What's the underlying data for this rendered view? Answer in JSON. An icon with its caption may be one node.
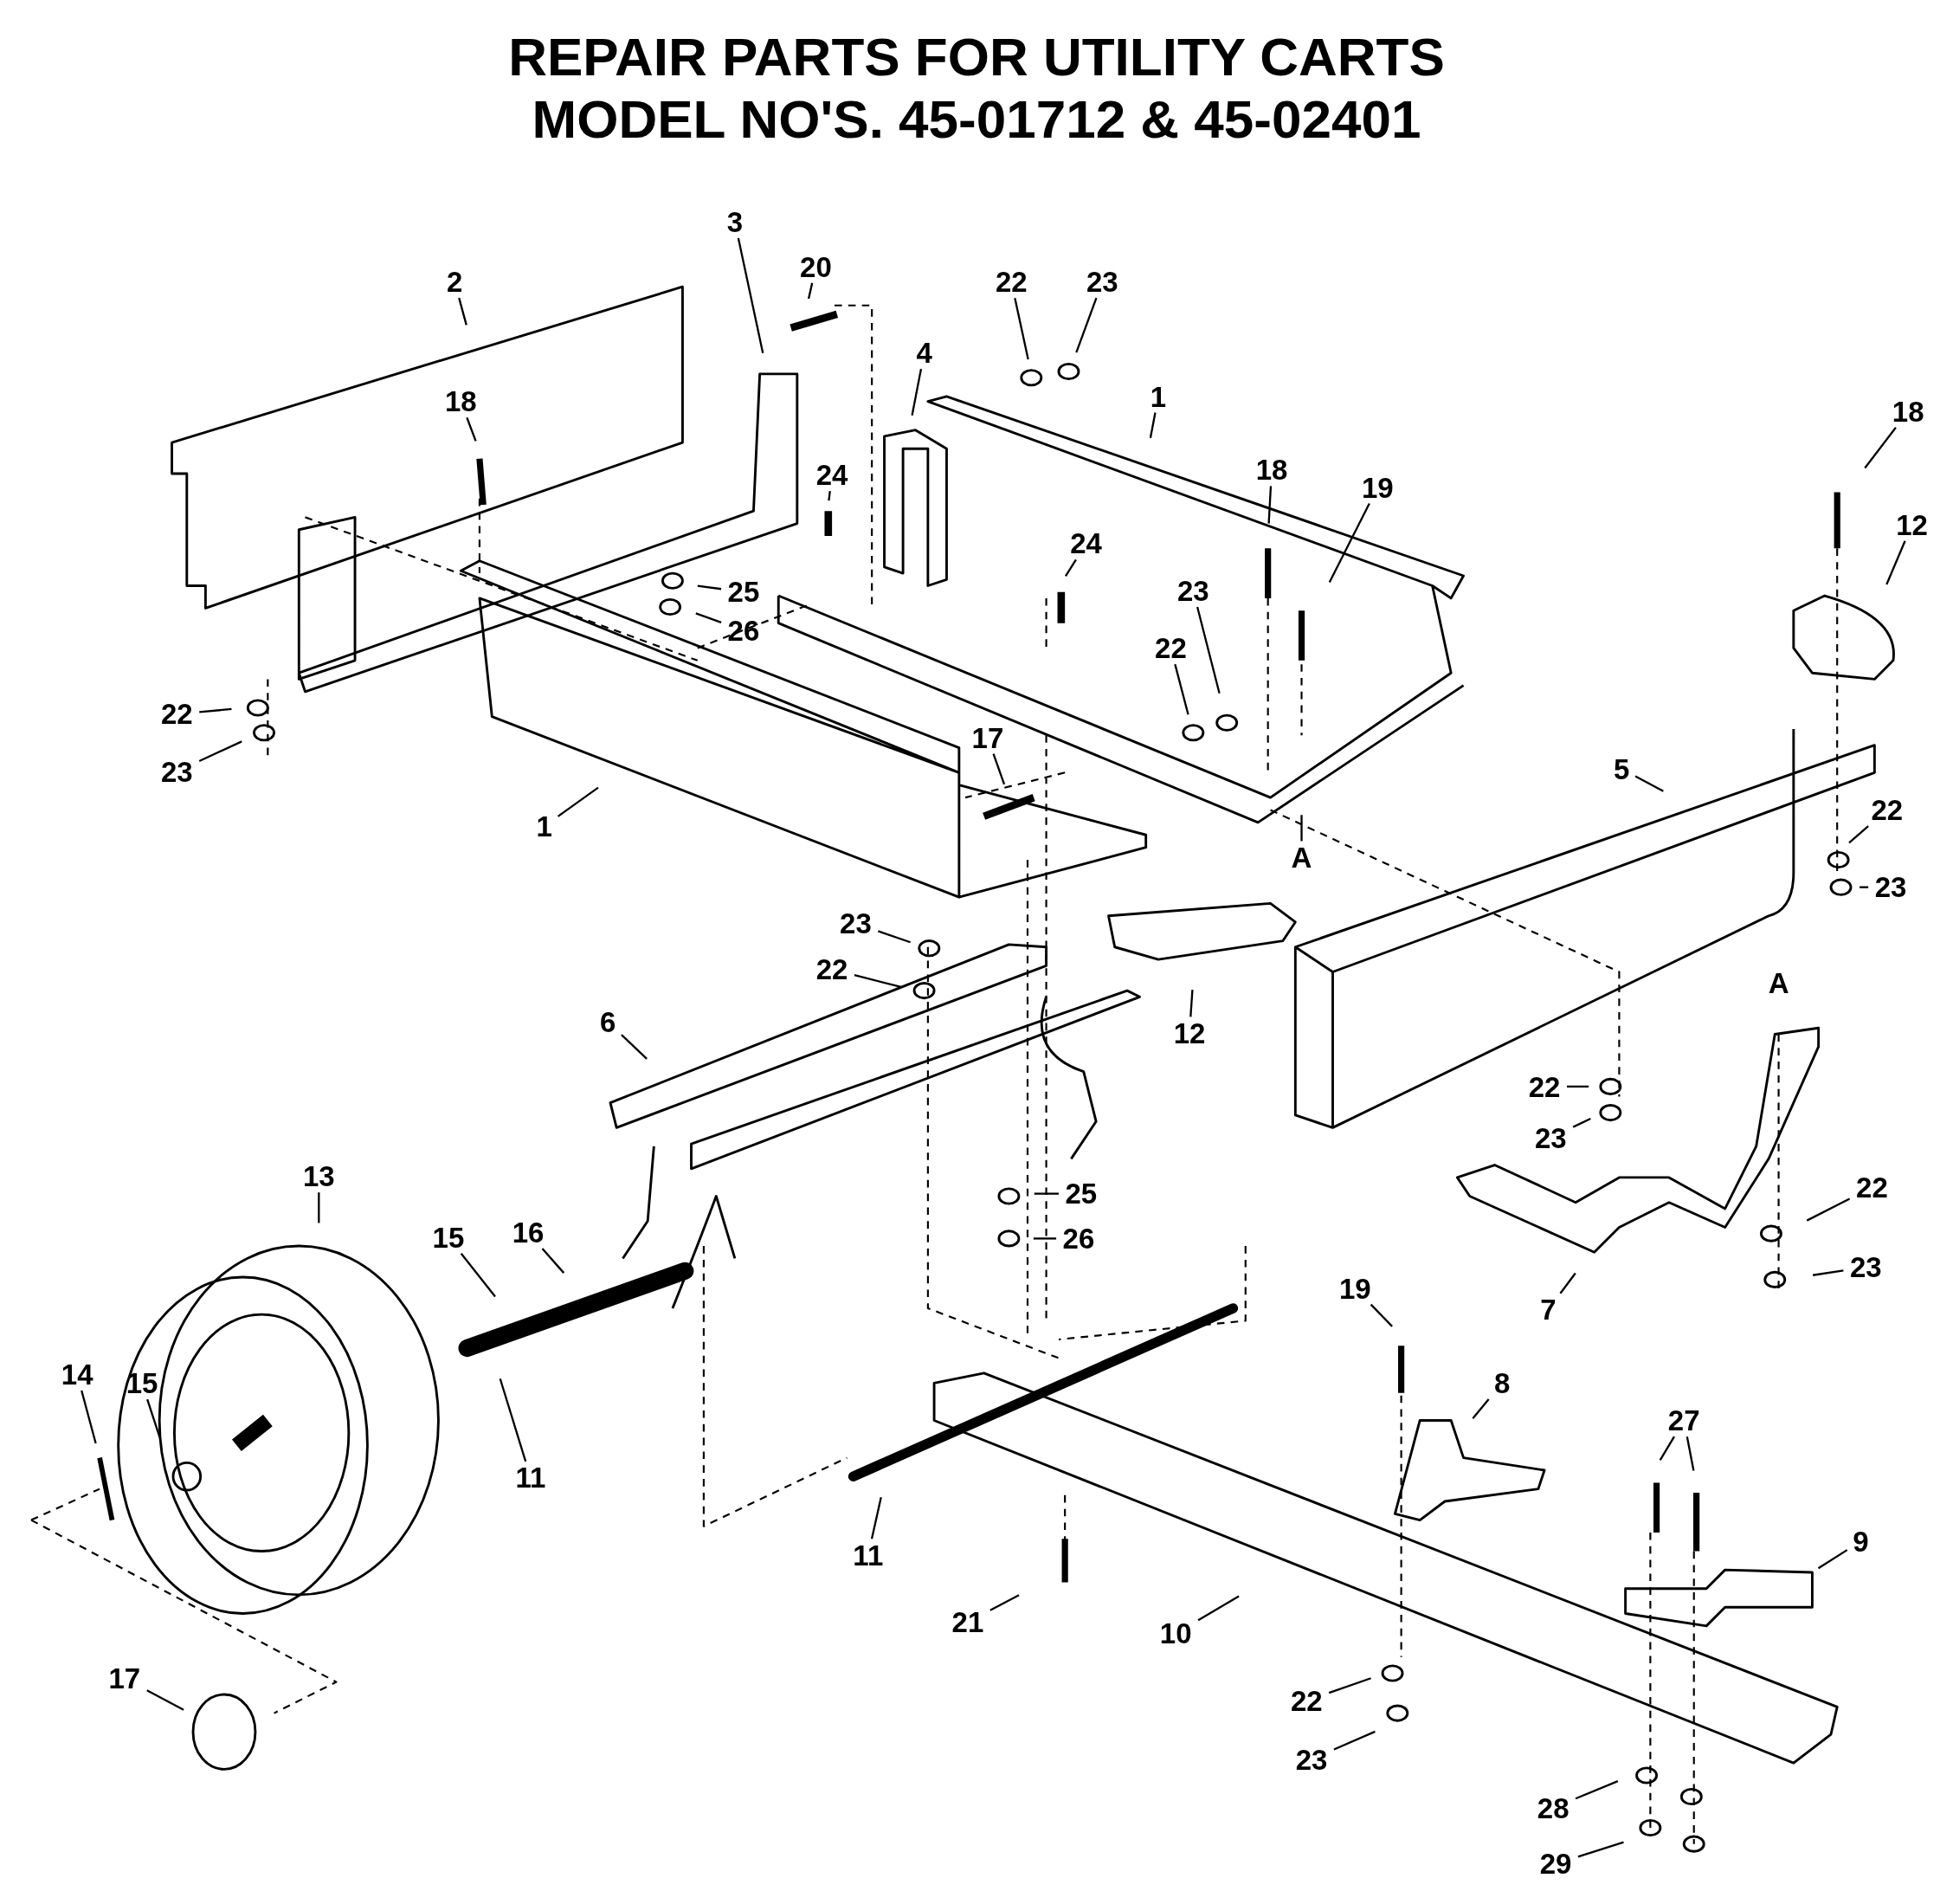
{
  "diagram": {
    "title": "REPAIR PARTS FOR UTILITY CARTS MODEL NO'S. 45-01712 & 45-02401",
    "nodes": [
      {
        "text": [
          "3"
        ]
      },
      {
        "text": [
          "20"
        ]
      },
      {
        "text": [
          "2"
        ]
      },
      {
        "text": [
          "22"
        ]
      },
      {
        "text": [
          "23"
        ]
      },
      {
        "text": [
          "4"
        ]
      },
      {
        "text": [
          "1"
        ]
      },
      {
        "text": [
          "18"
        ]
      },
      {
        "text": [
          "18"
        ]
      },
      {
        "text": [
          "24"
        ]
      },
      {
        "text": [
          "18"
        ]
      },
      {
        "text": [
          "19"
        ]
      },
      {
        "text": [
          "12"
        ]
      },
      {
        "text": [
          "24"
        ]
      },
      {
        "text": [
          "23"
        ]
      },
      {
        "text": [
          "25"
        ]
      },
      {
        "text": [
          "26"
        ]
      },
      {
        "text": [
          "22"
        ]
      },
      {
        "text": [
          "22"
        ]
      },
      {
        "text": [
          "23"
        ]
      },
      {
        "text": [
          "17"
        ]
      },
      {
        "text": [
          "5"
        ]
      },
      {
        "text": [
          "22"
        ]
      },
      {
        "text": [
          "23"
        ]
      },
      {
        "text": [
          "1"
        ]
      },
      {
        "text": [
          "A"
        ]
      },
      {
        "text": [
          "23"
        ]
      },
      {
        "text": [
          "22"
        ]
      },
      {
        "text": [
          "12"
        ]
      },
      {
        "text": [
          "6"
        ]
      },
      {
        "text": [
          "A"
        ]
      },
      {
        "text": [
          "22"
        ]
      },
      {
        "text": [
          "23"
        ]
      },
      {
        "text": [
          "22"
        ]
      },
      {
        "text": [
          "25"
        ]
      },
      {
        "text": [
          "26"
        ]
      },
      {
        "text": [
          "13"
        ]
      },
      {
        "text": [
          "15"
        ]
      },
      {
        "text": [
          "16"
        ]
      },
      {
        "text": [
          "23"
        ]
      },
      {
        "text": [
          "7"
        ]
      },
      {
        "text": [
          "19"
        ]
      },
      {
        "text": [
          "14"
        ]
      },
      {
        "text": [
          "15"
        ]
      },
      {
        "text": [
          "11"
        ]
      },
      {
        "text": [
          "8"
        ]
      },
      {
        "text": [
          "27"
        ]
      },
      {
        "text": [
          "11"
        ]
      },
      {
        "text": [
          "9"
        ]
      },
      {
        "text": [
          "21"
        ]
      },
      {
        "text": [
          "10"
        ]
      },
      {
        "text": [
          "17"
        ]
      },
      {
        "text": [
          "22"
        ]
      },
      {
        "text": [
          "23"
        ]
      },
      {
        "text": [
          "28"
        ]
      },
      {
        "text": [
          "29"
        ]
      }
    ],
    "edges": [
      {
        "from": 0,
        "to": null,
        "arrow": "none"
      },
      {
        "from": 1,
        "to": null,
        "arrow": "none"
      },
      {
        "from": 2,
        "to": null,
        "arrow": "none"
      },
      {
        "from": 3,
        "to": null,
        "arrow": "none"
      },
      {
        "from": 4,
        "to": null,
        "arrow": "none"
      },
      {
        "from": 5,
        "to": null,
        "arrow": "none"
      },
      {
        "from": 6,
        "to": null,
        "arrow": "none"
      },
      {
        "from": 7,
        "to": null,
        "arrow": "none"
      },
      {
        "from": 8,
        "to": null,
        "arrow": "none"
      },
      {
        "from": 9,
        "to": null,
        "arrow": "none"
      },
      {
        "from": 10,
        "to": null,
        "arrow": "none"
      },
      {
        "from": 11,
        "to": null,
        "arrow": "none"
      },
      {
        "from": 12,
        "to": null,
        "arrow": "none"
      },
      {
        "from": 13,
        "to": null,
        "arrow": "none"
      },
      {
        "from": 14,
        "to": null,
        "arrow": "none"
      },
      {
        "from": 15,
        "to": null,
        "arrow": "none"
      },
      {
        "from": 16,
        "to": null,
        "arrow": "none"
      },
      {
        "from": 17,
        "to": null,
        "arrow": "none"
      },
      {
        "from": 18,
        "to": null,
        "arrow": "none"
      },
      {
        "from": 19,
        "to": null,
        "arrow": "none"
      },
      {
        "from": 20,
        "to": null,
        "arrow": "none"
      },
      {
        "from": 21,
        "to": null,
        "arrow": "none"
      },
      {
        "from": 22,
        "to": null,
        "arrow": "none"
      },
      {
        "from": 23,
        "to": null,
        "arrow": "none"
      },
      {
        "from": 24,
        "to": null,
        "arrow": "none"
      },
      {
        "from": 25,
        "to": null,
        "arrow": "none"
      },
      {
        "from": 26,
        "to": null,
        "arrow": "none"
      },
      {
        "from": 27,
        "to": null,
        "arrow": "none"
      },
      {
        "from": 28,
        "to": null,
        "arrow": "none"
      },
      {
        "from": 29,
        "to": null,
        "arrow": "none"
      },
      {
        "from": 31,
        "to": null,
        "arrow": "none"
      },
      {
        "from": 32,
        "to": null,
        "arrow": "none"
      },
      {
        "from": 33,
        "to": null,
        "arrow": "none"
      },
      {
        "from": 34,
        "to": null,
        "arrow": "none"
      },
      {
        "from": 35,
        "to": null,
        "arrow": "none"
      },
      {
        "from": 36,
        "to": null,
        "arrow": "none"
      },
      {
        "from": 37,
        "to": null,
        "arrow": "none"
      },
      {
        "from": 38,
        "to": null,
        "arrow": "none"
      },
      {
        "from": 39,
        "to": null,
        "arrow": "none"
      },
      {
        "from": 40,
        "to": null,
        "arrow": "none"
      },
      {
        "from": 41,
        "to": null,
        "arrow": "none"
      },
      {
        "from": 42,
        "to": null,
        "arrow": "none"
      },
      {
        "from": 43,
        "to": null,
        "arrow": "none"
      },
      {
        "from": 44,
        "to": null,
        "arrow": "none"
      },
      {
        "from": 45,
        "to": null,
        "arrow": "none"
      },
      {
        "from": 46,
        "to": null,
        "arrow": "none"
      },
      {
        "from": 46,
        "to": null,
        "arrow": "none"
      },
      {
        "from": 47,
        "to": null,
        "arrow": "none"
      },
      {
        "from": 48,
        "to": null,
        "arrow": "none"
      },
      {
        "from": 49,
        "to": null,
        "arrow": "none"
      },
      {
        "from": 50,
        "to": null,
        "arrow": "none"
      },
      {
        "from": 51,
        "to": null,
        "arrow": "none"
      },
      {
        "from": 52,
        "to": null,
        "arrow": "none"
      },
      {
        "from": 53,
        "to": null,
        "arrow": "none"
      },
      {
        "from": 54,
        "to": null,
        "arrow": "none"
      },
      {
        "from": 55,
        "to": null,
        "arrow": "none"
      }
    ]
  }
}
